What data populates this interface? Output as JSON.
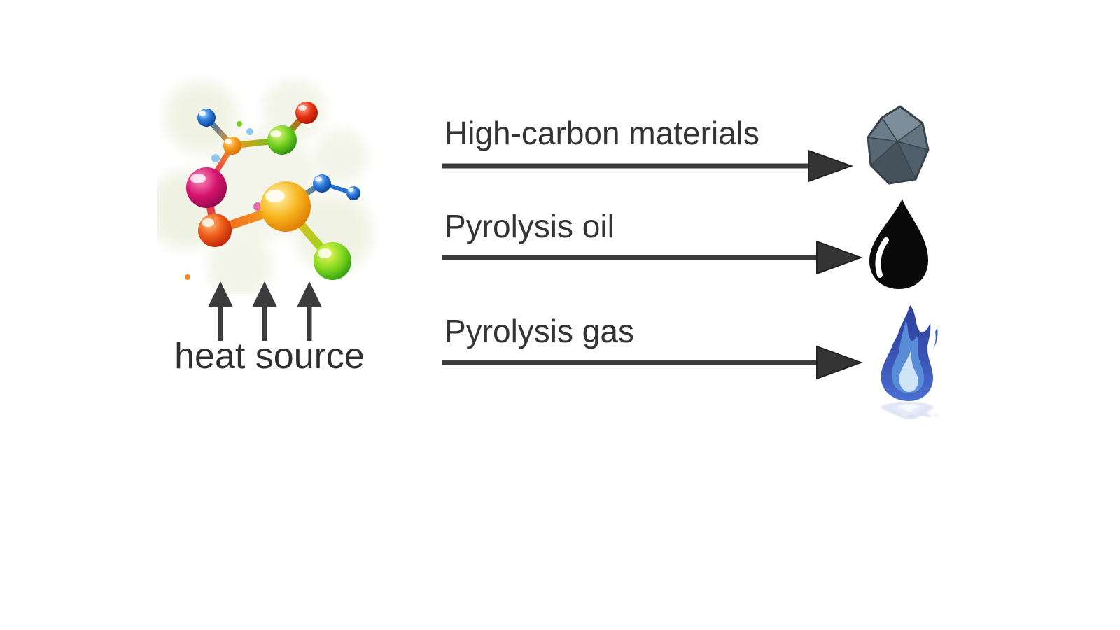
{
  "diagram": {
    "heat_source_label": "heat source",
    "feedstock": {
      "icon": "molecule-icon"
    },
    "outputs": [
      {
        "label": "High-carbon materials",
        "icon": "carbon-rock-icon"
      },
      {
        "label": "Pyrolysis oil",
        "icon": "oil-drop-icon"
      },
      {
        "label": "Pyrolysis gas",
        "icon": "blue-flame-icon"
      }
    ],
    "colors": {
      "background": "#ffffff",
      "text": "#343434",
      "arrow": "#3c3c3c",
      "rock_main": "#5c6c79",
      "rock_light": "#7d8e9a",
      "rock_dark": "#46535d",
      "oil": "#0a0a0a",
      "flame_outer": "#2c3e9b",
      "flame_mid": "#4a7fd4",
      "flame_core": "#cfe4f6",
      "molecule_blue": "#1e6fd0",
      "molecule_orange": "#f59a1a",
      "molecule_green": "#58c81e",
      "molecule_red": "#e83418",
      "molecule_magenta": "#d4136e",
      "molecule_yellow": "#f5b41e"
    }
  }
}
